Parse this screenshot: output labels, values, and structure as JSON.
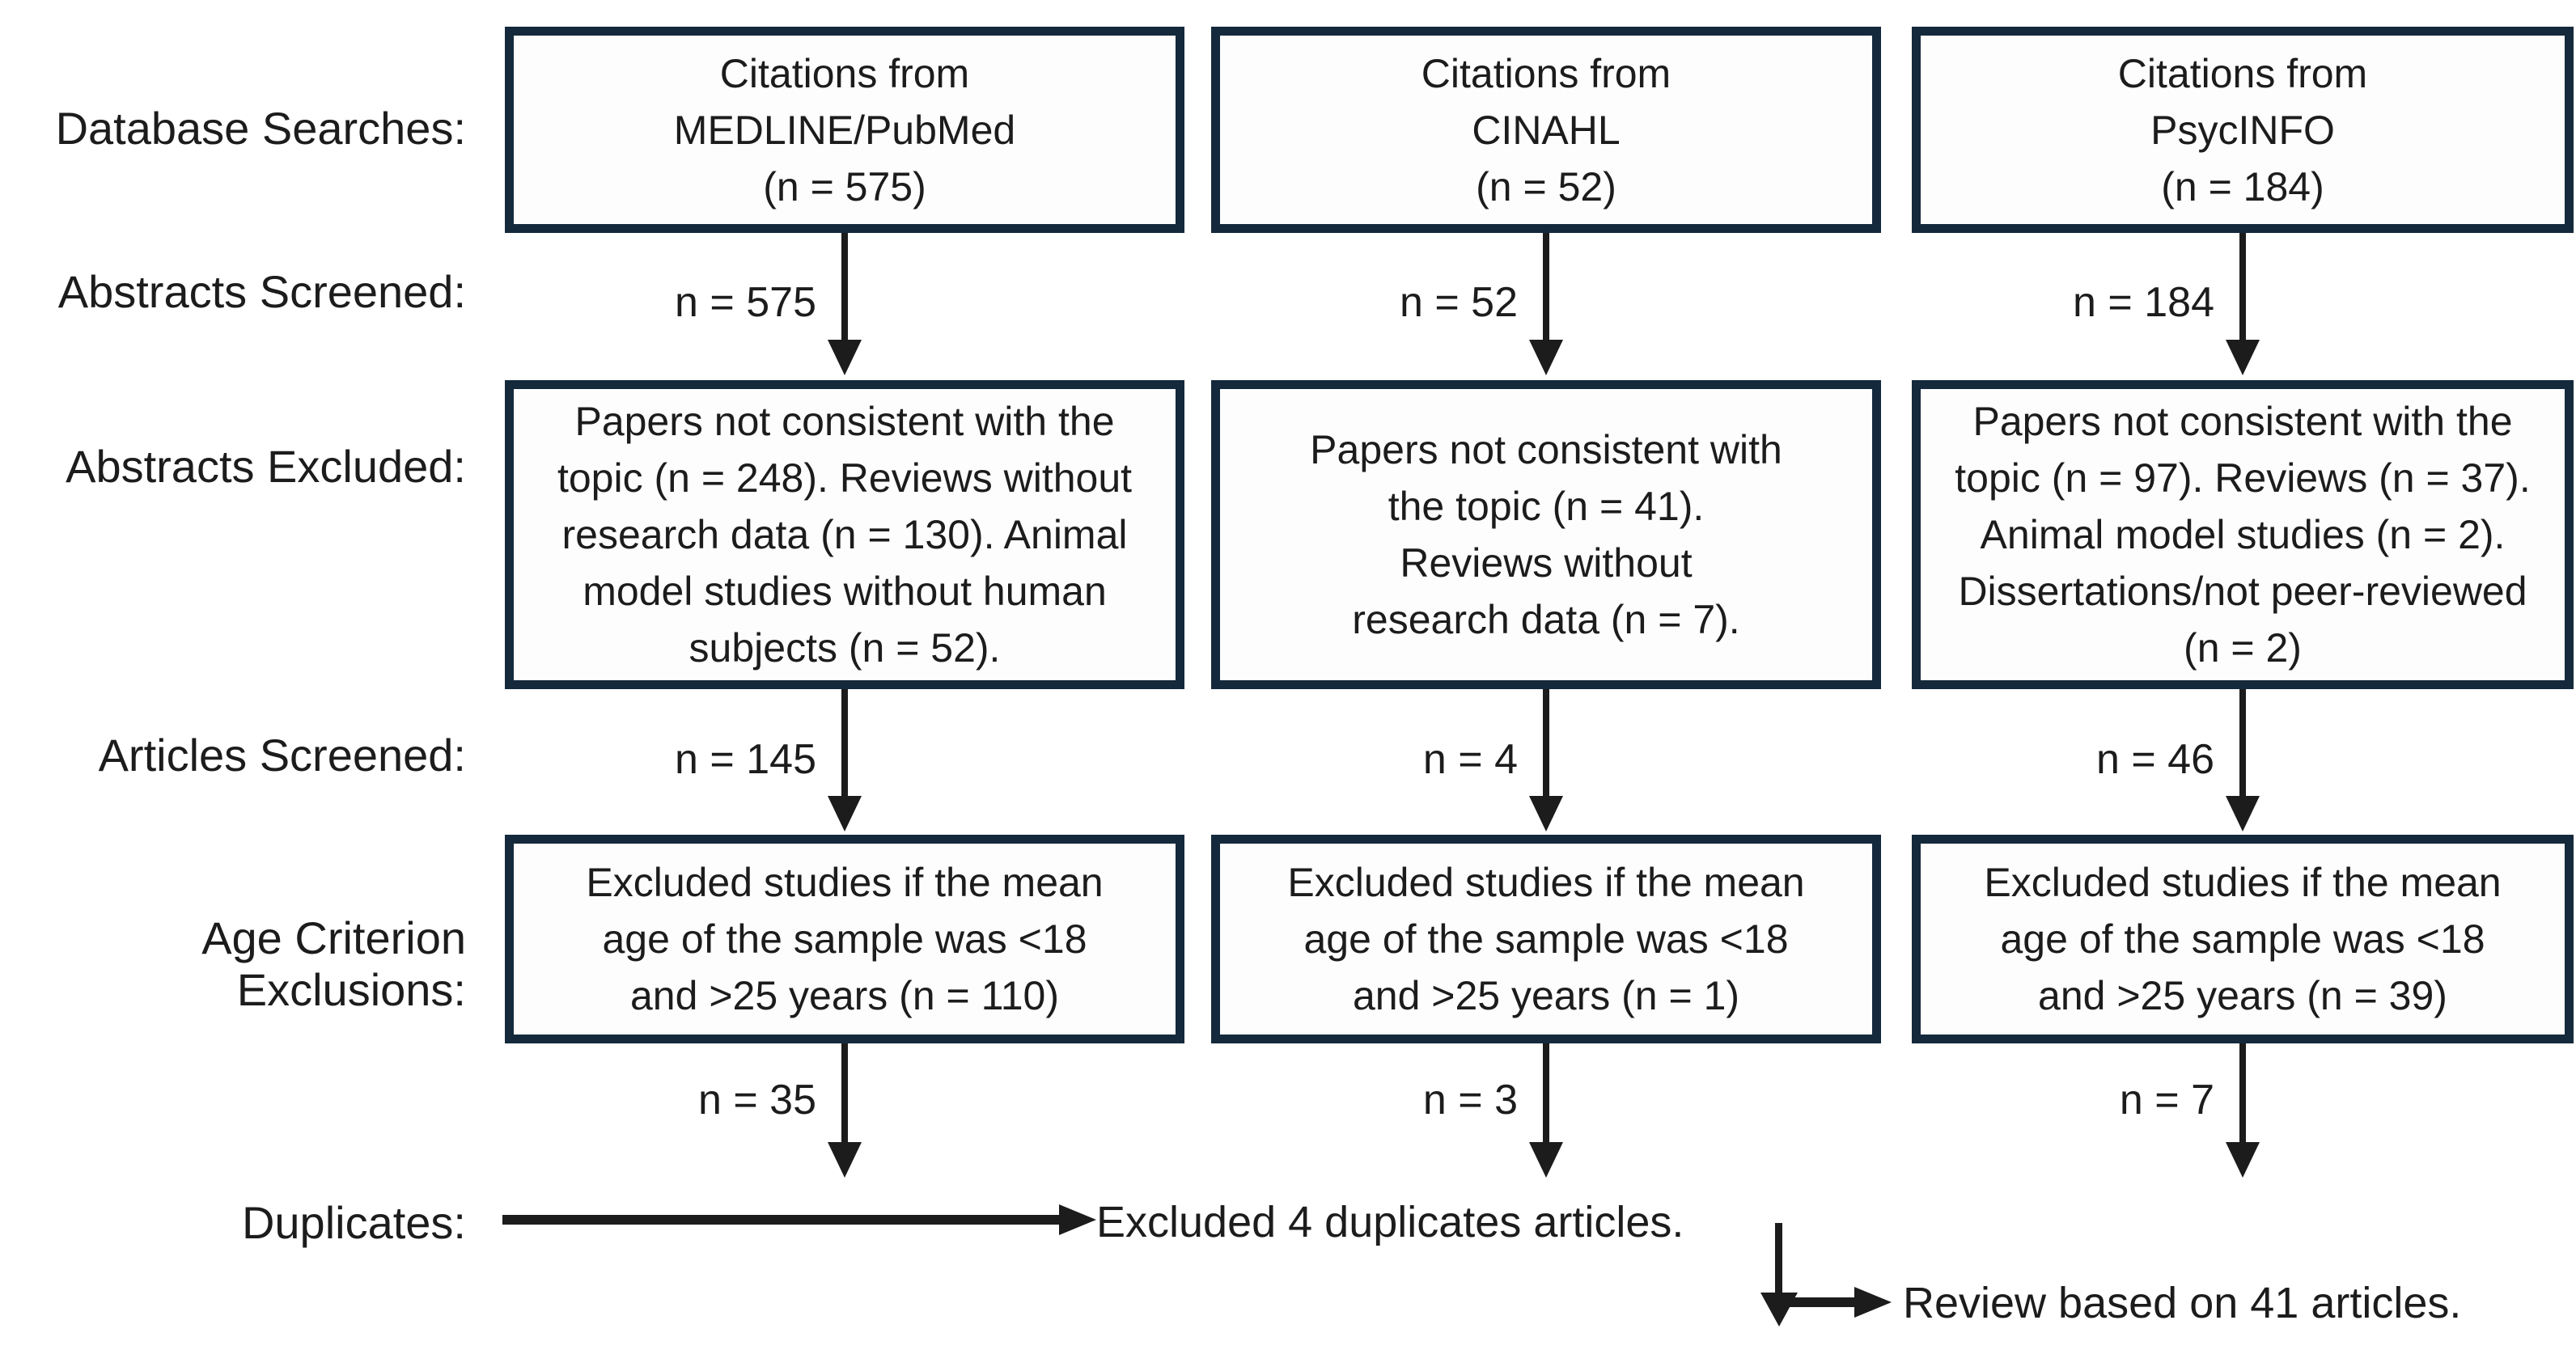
{
  "labels": {
    "database_searches": "Database Searches:",
    "abstracts_screened": "Abstracts Screened:",
    "abstracts_excluded": "Abstracts Excluded:",
    "articles_screened": "Articles Screened:",
    "age_criterion_line1": "Age Criterion",
    "age_criterion_line2": "Exclusions:",
    "duplicates": "Duplicates:"
  },
  "columns": [
    {
      "source": {
        "line1": "Citations from",
        "line2": "MEDLINE/PubMed",
        "line3": "(n = 575)"
      },
      "screened_n": "n = 575",
      "excluded_lines": [
        "Papers not consistent with the",
        "topic (n = 248). Reviews without",
        "research data (n = 130). Animal",
        "model studies without human",
        "subjects (n = 52)."
      ],
      "articles_n": "n = 145",
      "age_lines": [
        "Excluded studies if the mean",
        "age of the sample was <18",
        "and >25 years (n = 110)"
      ],
      "final_n": "n = 35"
    },
    {
      "source": {
        "line1": "Citations from",
        "line2": "CINAHL",
        "line3": "(n = 52)"
      },
      "screened_n": "n = 52",
      "excluded_lines": [
        "Papers not consistent with",
        "the topic (n = 41).",
        "Reviews without",
        "research data (n = 7)."
      ],
      "articles_n": "n = 4",
      "age_lines": [
        "Excluded studies if the mean",
        "age of the sample was <18",
        "and >25 years (n = 1)"
      ],
      "final_n": "n = 3"
    },
    {
      "source": {
        "line1": "Citations from",
        "line2": "PsycINFO",
        "line3": "(n = 184)"
      },
      "screened_n": "n = 184",
      "excluded_lines": [
        "Papers not consistent with the",
        "topic (n = 97). Reviews (n = 37).",
        "Animal model studies (n = 2).",
        "Dissertations/not peer-reviewed",
        "(n = 2)"
      ],
      "articles_n": "n = 46",
      "age_lines": [
        "Excluded studies if the mean",
        "age of the sample was <18",
        "and >25 years (n = 39)"
      ],
      "final_n": "n = 7"
    }
  ],
  "bottom": {
    "duplicates_note": "Excluded 4 duplicates articles.",
    "review_note": "Review based on 41 articles."
  },
  "colors": {
    "box_border": "#14293b",
    "box_fill": "#fdfdfd",
    "arrow": "#1c1c1c",
    "text": "#1c1c1c",
    "background": "#ffffff"
  }
}
